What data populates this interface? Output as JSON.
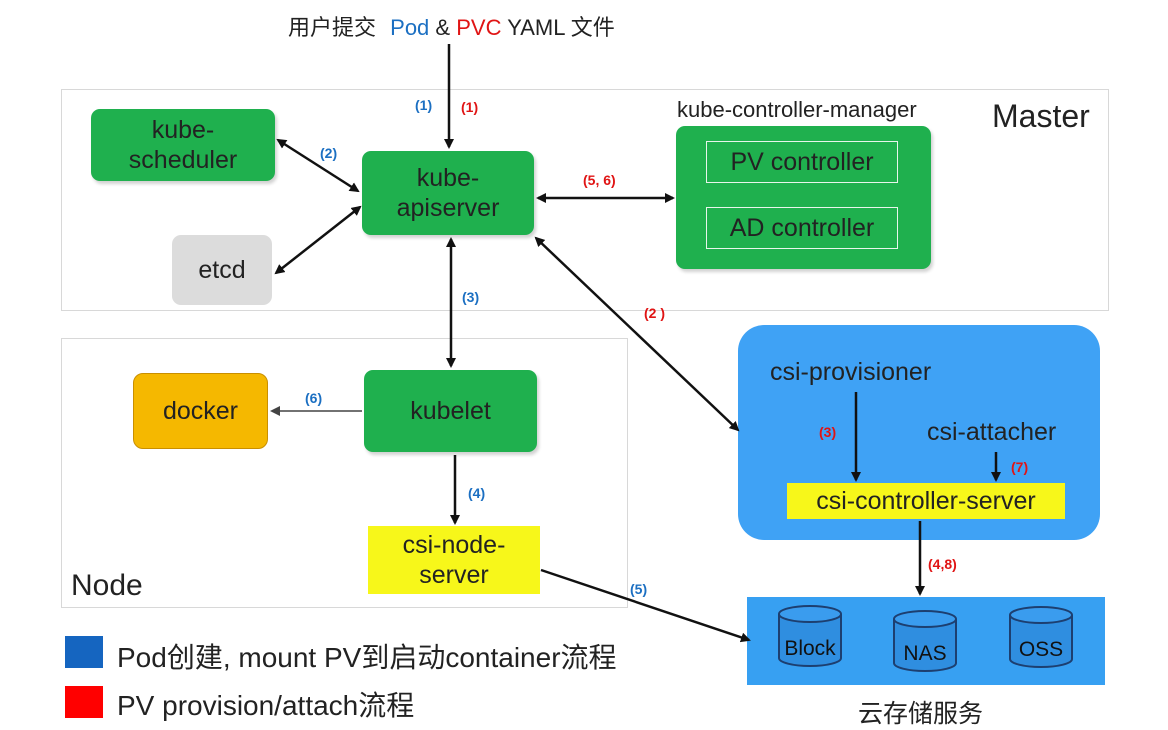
{
  "top_text": {
    "prefix": "用户提交",
    "pod": "Pod",
    "amp": "&",
    "pvc": "PVC",
    "suffix": "YAML 文件"
  },
  "master": {
    "label": "Master",
    "kcm_label": "kube-controller-manager"
  },
  "node": {
    "label": "Node"
  },
  "components": {
    "kube_scheduler": "kube-\nscheduler",
    "kube_apiserver": "kube-\napiserver",
    "etcd": "etcd",
    "pv_controller": "PV controller",
    "ad_controller": "AD controller",
    "kubelet": "kubelet",
    "docker": "docker",
    "csi_node_server": "csi-node-\nserver",
    "csi_provisioner": "csi-provisioner",
    "csi_attacher": "csi-attacher",
    "csi_controller_server": "csi-controller-server"
  },
  "storage": {
    "title": "云存储服务",
    "items": [
      "Block",
      "NAS",
      "OSS"
    ]
  },
  "step_labels": {
    "blue_1": "(1)",
    "red_1": "(1)",
    "blue_2": "(2)",
    "red_56": "(5, 6)",
    "blue_3": "(3)",
    "red_2": "(2 )",
    "blue_6": "(6)",
    "red_3": "(3)",
    "red_7": "(7)",
    "blue_4": "(4)",
    "red_48": "(4,8)",
    "blue_5": "(5)"
  },
  "legend": [
    {
      "color": "#1565c0",
      "text": "Pod创建, mount PV到启动container流程"
    },
    {
      "color": "#ff0000",
      "text": "PV provision/attach流程"
    }
  ],
  "colors": {
    "green": "#1fb04e",
    "blue_panel": "#3fa2f5",
    "storage_bg": "#37a0f2",
    "yellow": "#f7f71a",
    "orange": "#f5b800",
    "gray": "#dcdcdc",
    "pod_blue": "#1b6fc2",
    "pvc_red": "#e01414"
  }
}
